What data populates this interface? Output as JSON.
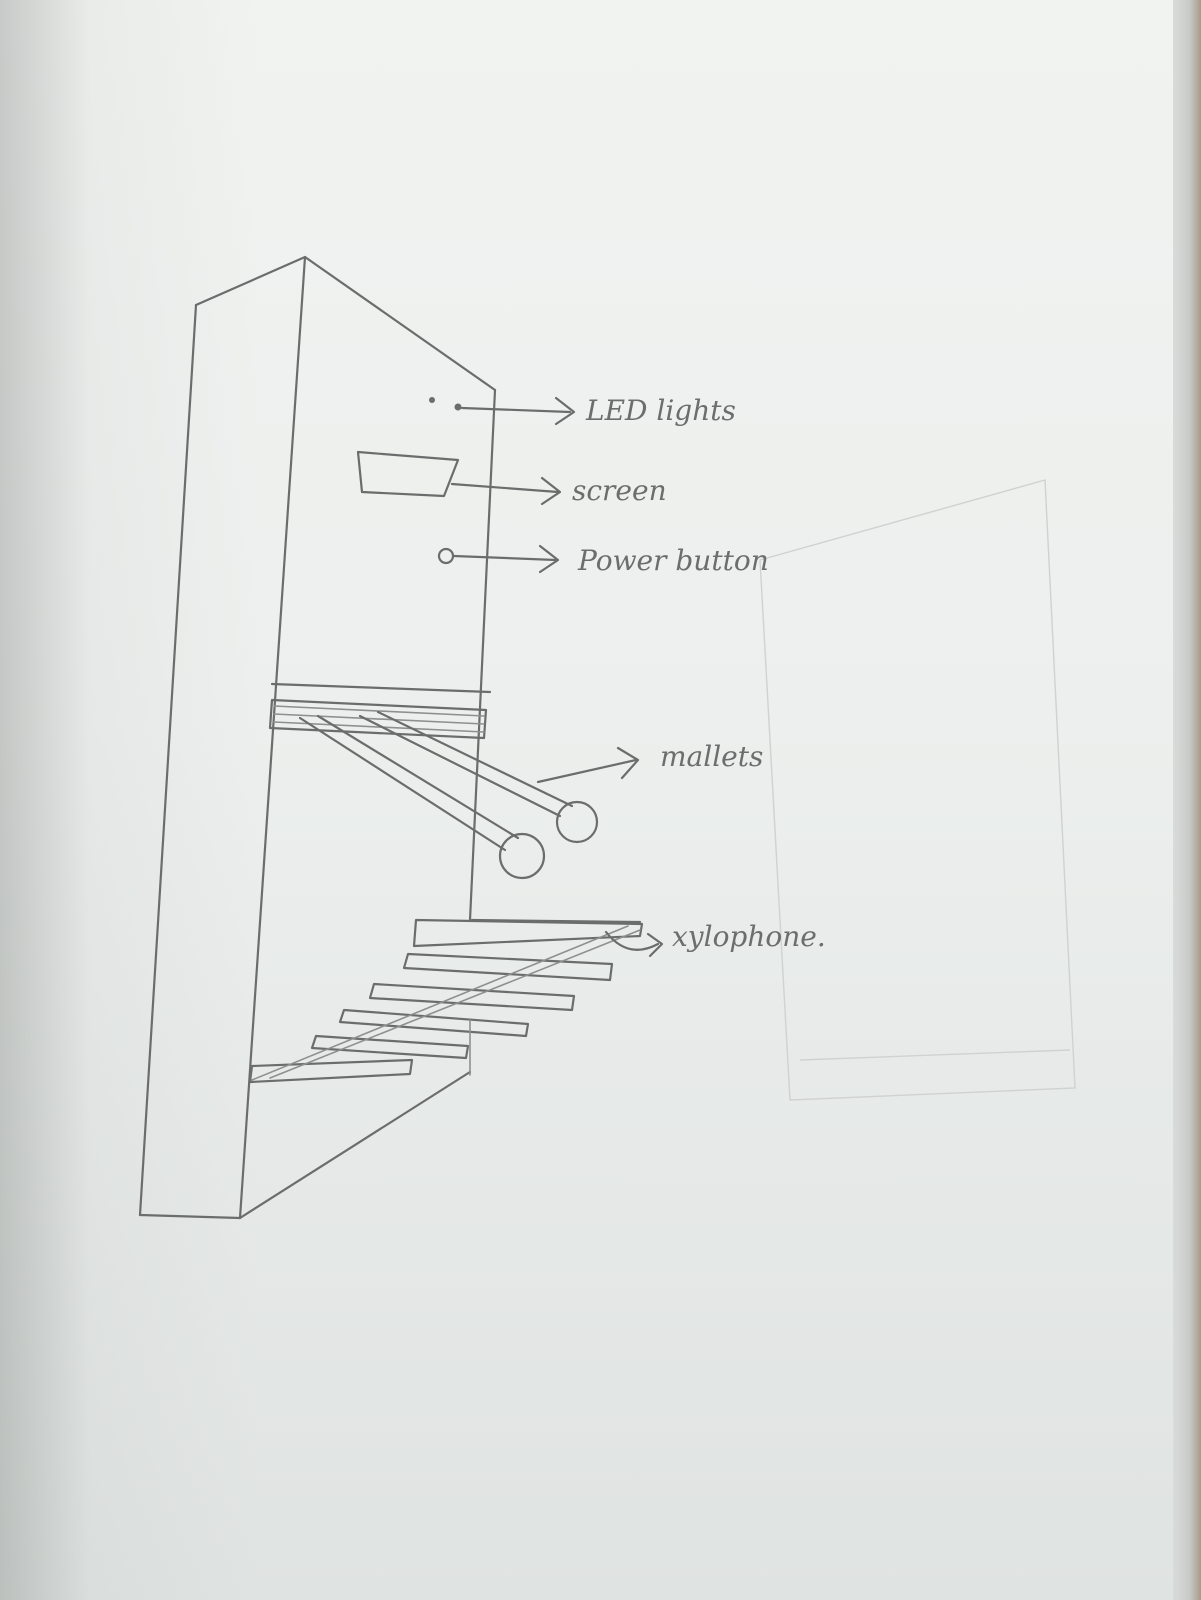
{
  "labels": {
    "led_lights": "LED lights",
    "screen": "screen",
    "power_button": "Power button",
    "mallets": "mallets",
    "xylophone": "xylophone."
  },
  "colors": {
    "paper": "#eceeed",
    "pencil": "#6a6d6c"
  }
}
